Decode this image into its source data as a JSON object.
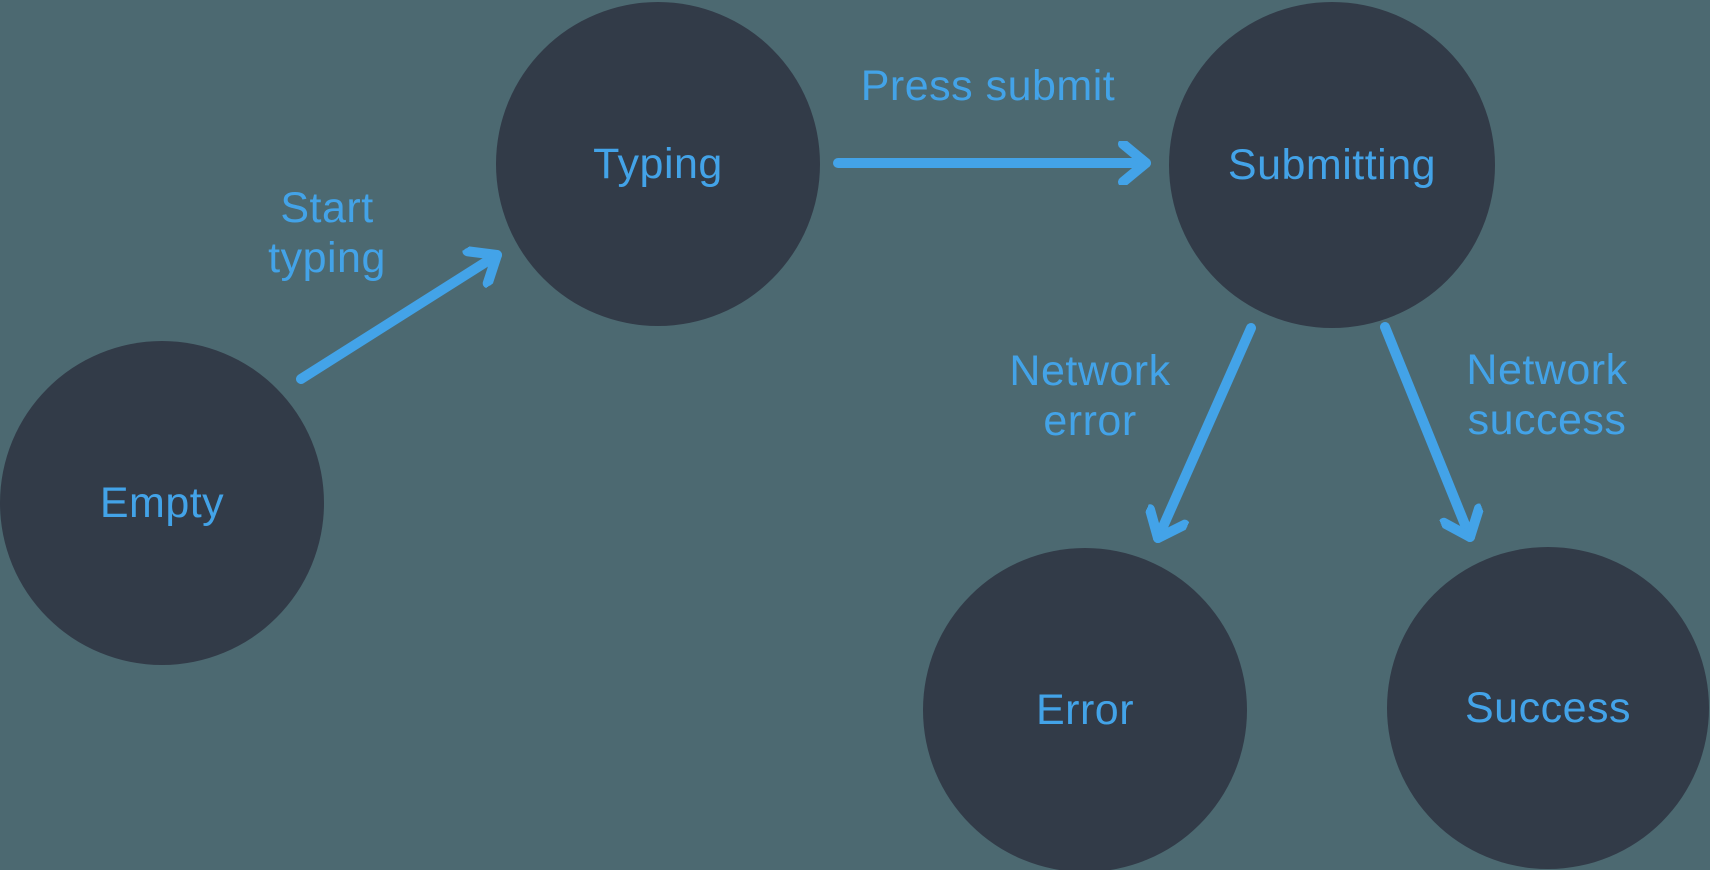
{
  "diagram": {
    "type": "state-machine",
    "colors": {
      "background": "#4C6971",
      "node_fill": "#323B48",
      "accent": "#43A3E8"
    },
    "nodes": [
      {
        "id": "empty",
        "label": "Empty"
      },
      {
        "id": "typing",
        "label": "Typing"
      },
      {
        "id": "submitting",
        "label": "Submitting"
      },
      {
        "id": "error",
        "label": "Error"
      },
      {
        "id": "success",
        "label": "Success"
      }
    ],
    "edges": [
      {
        "from": "empty",
        "to": "typing",
        "label": "Start typing",
        "label_lines": [
          "Start",
          "typing"
        ]
      },
      {
        "from": "typing",
        "to": "submitting",
        "label": "Press submit",
        "label_lines": [
          "Press submit"
        ]
      },
      {
        "from": "submitting",
        "to": "error",
        "label": "Network error",
        "label_lines": [
          "Network",
          "error"
        ]
      },
      {
        "from": "submitting",
        "to": "success",
        "label": "Network success",
        "label_lines": [
          "Network",
          "success"
        ]
      }
    ]
  }
}
